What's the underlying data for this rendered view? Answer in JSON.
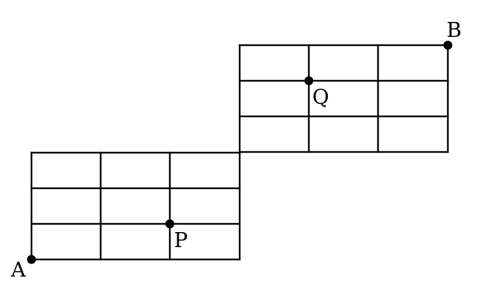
{
  "grids": [
    {
      "id": "lower-left",
      "cols": 3,
      "rows": 3
    },
    {
      "id": "upper-right",
      "cols": 3,
      "rows": 3
    }
  ],
  "points": [
    {
      "id": "A",
      "label": "A"
    },
    {
      "id": "P",
      "label": "P"
    },
    {
      "id": "Q",
      "label": "Q"
    },
    {
      "id": "B",
      "label": "B"
    }
  ],
  "colors": {
    "line": "#000000",
    "point": "#000000",
    "background": "#ffffff"
  }
}
